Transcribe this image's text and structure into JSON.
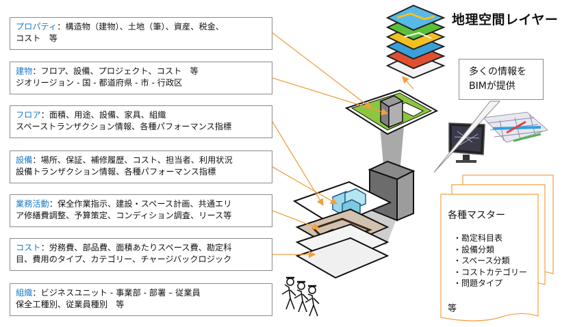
{
  "panels": [
    {
      "key": "プロパティ",
      "line1": "：構造物（建物）、土地（筆）、資産、税金、",
      "line2": "コスト　等"
    },
    {
      "key": "建物",
      "line1": "：フロア、設備、プロジェクト、コスト　等",
      "line2": "ジオリージョン - 国 - 都道府県 - 市 - 行政区"
    },
    {
      "key": "フロア",
      "line1": "：面積、用途、設備、家具、組織",
      "line2": "スペーストランザクション情報、各種パフォーマンス指標"
    },
    {
      "key": "設備",
      "line1": "：場所、保証、補修履歴、コスト、担当者、利用状況",
      "line2": "設備トランザクション情報、各種パフォーマンス指標"
    },
    {
      "key": "業務活動",
      "line1": "：保全作業指示、建設・スペース計画、共通エリ",
      "line2": "ア修繕費調整、予算策定、コンディション調査、リース等"
    },
    {
      "key": "コスト",
      "line1": "：労務費、部品費、面積あたりスペース費、勘定科",
      "line2": "目、費用のタイプ、カテゴリー、チャージバックロジック"
    },
    {
      "key": "組織",
      "line1": "：ビジネスユニット - 事業部 - 部署 – 従業員",
      "line2": "保全工種別、従業員種別　等"
    }
  ],
  "geo_title": "地理空間レイヤー",
  "bim_info": {
    "line1": "多くの情報を",
    "line2": "BIMが提供"
  },
  "masters": {
    "title": "各種マスター",
    "items": [
      "・勘定科目表",
      "・設備分類",
      "・スペース分類",
      "・コストカテゴリー",
      "・問題タイプ"
    ],
    "footer": "等"
  },
  "colors": {
    "accent": "#1a7ac8",
    "arrow": "#f0a040",
    "border": "#8a8a8a",
    "beam": "#a0a0a0"
  }
}
